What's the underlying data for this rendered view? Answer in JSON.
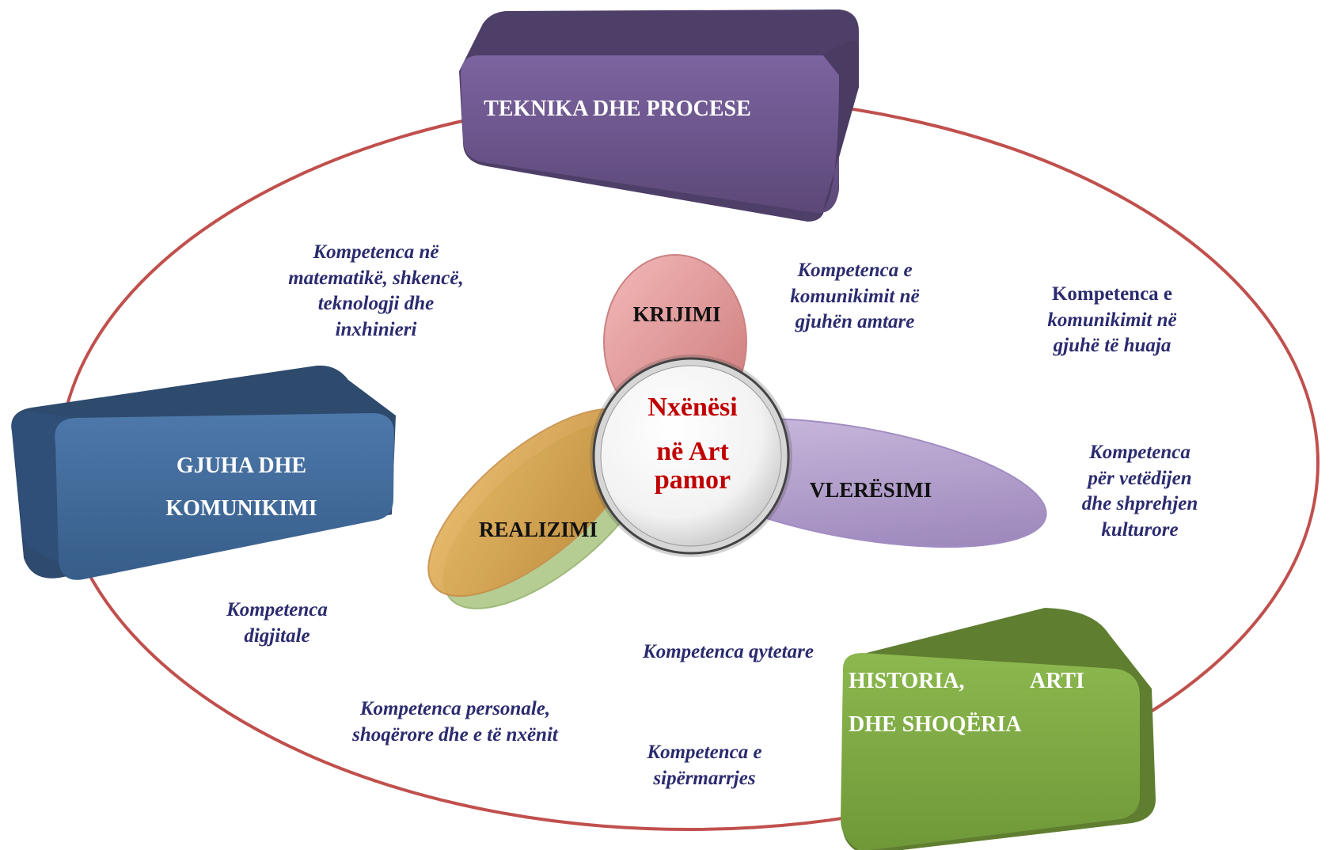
{
  "boxes": {
    "top": "TEKNIKA DHE PROCESE",
    "left_line1": "GJUHA DHE",
    "left_line2": "KOMUNIKIMI",
    "right_line1_a": "HISTORIA,",
    "right_line1_b": "ARTI",
    "right_line2": "DHE SHOQËRIA"
  },
  "petals": {
    "top": "KRIJIMI",
    "right": "VLERËSIMI",
    "left": "REALIZIMI"
  },
  "center": {
    "line1": "Nxënësi",
    "line2": "në Art",
    "line3": "pamor"
  },
  "competences": {
    "math": [
      "Kompetenca në",
      "matematikë, shkencë,",
      "teknologji dhe",
      "inxhinieri"
    ],
    "mother_tongue": [
      "Kompetenca e",
      "komunikimit në",
      "gjuhën amtare"
    ],
    "foreign_lang_line1": "Kompetenca e",
    "foreign_lang": [
      "komunikimit në",
      "gjuhë të huaja"
    ],
    "cultural": [
      "Kompetenca",
      "për vetëdijen",
      "dhe shprehjen",
      "kulturore"
    ],
    "digital": [
      "Kompetenca",
      "digjitale"
    ],
    "civic": "Kompetenca qytetare",
    "personal": [
      "Kompetenca personale,",
      "shoqërore dhe e të nxënit"
    ],
    "entrepreneurship": [
      "Kompetenca e",
      "sipërmarrjes"
    ]
  },
  "colors": {
    "ellipse": "#c0504d",
    "box_top": "#5f4b7c",
    "box_left": "#3f6695",
    "box_right": "#79a341",
    "petal_top": "#d98a8a",
    "petal_right": "#b09ac8",
    "petal_left": "#d6a04a",
    "petal_left_back": "#a9c47f",
    "center_text": "#c00000",
    "comp_text": "#2b2b6f"
  }
}
